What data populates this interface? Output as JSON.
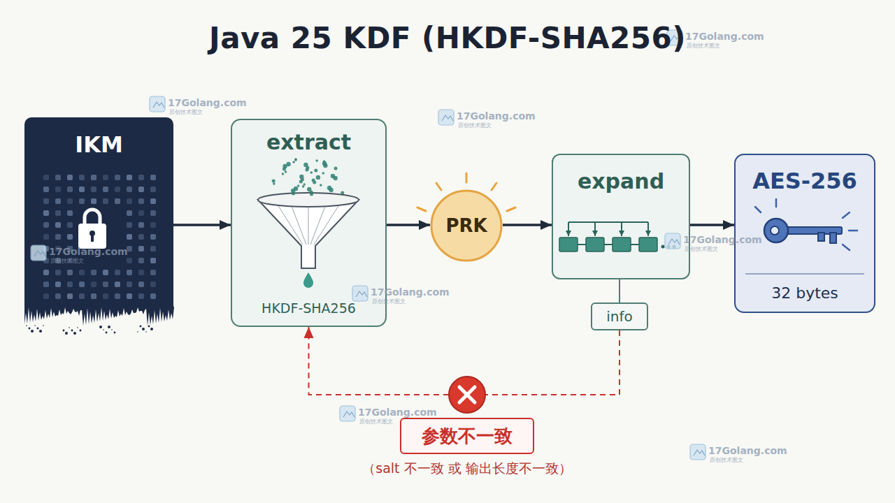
{
  "diagram": {
    "title": "Java 25 KDF (HKDF-SHA256)",
    "nodes": [
      {
        "text": [
          "IKM"
        ]
      },
      {
        "text": [
          "extract",
          "HKDF-SHA256"
        ]
      },
      {
        "text": [
          "PRK"
        ]
      },
      {
        "text": [
          "expand"
        ]
      },
      {
        "text": [
          "info"
        ]
      },
      {
        "text": [
          "AES-256",
          "32 bytes"
        ]
      },
      {
        "text": [
          "参数不一致",
          "（salt 不一致 或 输出长度不一致）"
        ]
      }
    ],
    "edges": [
      {
        "from": 0,
        "to": 1,
        "arrow": "to"
      },
      {
        "from": 1,
        "to": 2,
        "arrow": "to"
      },
      {
        "from": 2,
        "to": 3,
        "arrow": "to"
      },
      {
        "from": 3,
        "to": 5,
        "arrow": "to"
      },
      {
        "from": 4,
        "to": 3,
        "arrow": "none"
      },
      {
        "from": 4,
        "to": 1,
        "arrow": "to"
      }
    ],
    "labels": [
      "17Golang.com",
      "原创技术图文",
      "17Golang.com",
      "原创技术图文",
      "17Golang.com",
      "原创技术图文",
      "17Golang.com",
      "原创技术图文",
      "17Golang.com",
      "原创技术图文",
      "17Golang.com",
      "原创技术图文",
      "17Golang.com",
      "原创技术图文",
      "17Golang.com",
      "原创技术图文"
    ]
  }
}
